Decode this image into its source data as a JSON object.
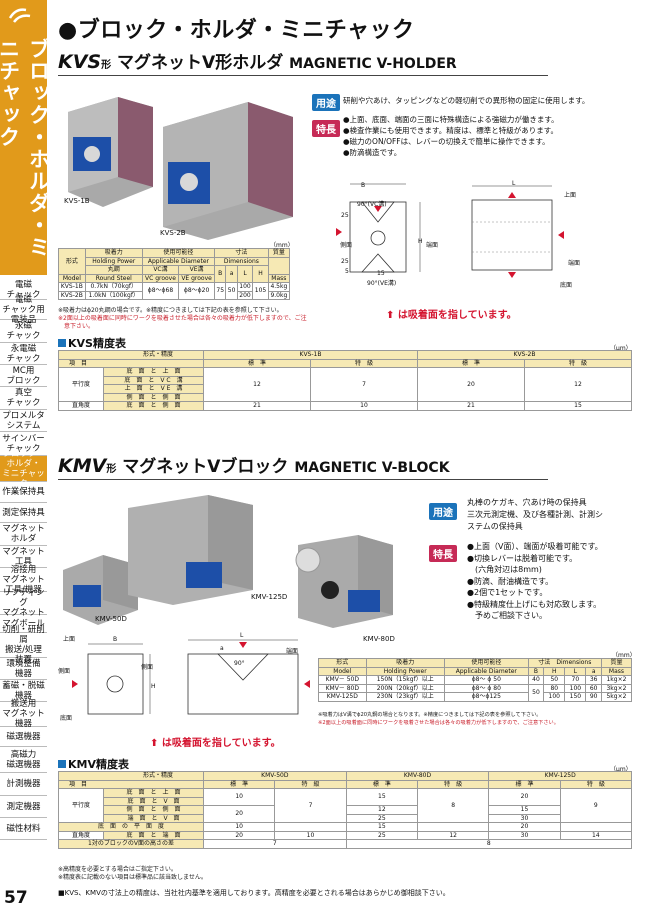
{
  "sidebar": {
    "vertical_title": "ブロック・ホルダ・ミニチャック",
    "items": [
      {
        "label": "電磁\nチャック",
        "active": false
      },
      {
        "label": "電磁\nチャック用\n電装品",
        "active": false
      },
      {
        "label": "永磁\nチャック",
        "active": false
      },
      {
        "label": "永電磁\nチャック",
        "active": false
      },
      {
        "label": "MC用\nブロック",
        "active": false
      },
      {
        "label": "真空\nチャック",
        "active": false
      },
      {
        "label": "プロメルタ\nシステム",
        "active": false
      },
      {
        "label": "サインバー\nチャック",
        "active": false
      },
      {
        "label": "ブロック・\nホルダ・\nミニチャック",
        "active": true
      },
      {
        "label": "作業保持具",
        "active": false
      },
      {
        "label": "測定保持具",
        "active": false
      },
      {
        "label": "マグネット\nホルダ",
        "active": false
      },
      {
        "label": "マグネット\n工具",
        "active": false
      },
      {
        "label": "溶接用\nマグネット\n工具/機器",
        "active": false
      },
      {
        "label": "リフティング\nマグネット",
        "active": false
      },
      {
        "label": "マグボール",
        "active": false
      },
      {
        "label": "切削・研削屑\n搬送/処理\n装置",
        "active": false
      },
      {
        "label": "環境整備\n機器",
        "active": false
      },
      {
        "label": "蓄磁・脱磁\n機器",
        "active": false
      },
      {
        "label": "搬送用\nマグネット\n機器",
        "active": false
      },
      {
        "label": "磁選機器",
        "active": false
      },
      {
        "label": "高磁力\n磁選機器",
        "active": false
      },
      {
        "label": "計測機器",
        "active": false
      },
      {
        "label": "測定機器",
        "active": false
      },
      {
        "label": "磁性材料",
        "active": false
      }
    ],
    "page_number": "57"
  },
  "page_title": "●ブロック・ホルダ・ミニチャック",
  "kvs": {
    "model": "KVS",
    "kata": "形",
    "name": "マグネットV形ホルダ",
    "name_en": "MAGNETIC V-HOLDER",
    "photo_label_1": "KVS-1B",
    "photo_label_2": "KVS-2B",
    "use_tag": "用途",
    "use_text": "研削や穴あけ、タッピングなどの軽切削での異形物の固定に使用します。",
    "feature_tag": "特長",
    "features": [
      "●上面、底面、端面の三面に特殊構造による強磁力が働きます。",
      "●検査作業にも使用できます。精度は、標準と特級があります。",
      "●磁力のON/OFFは、レバーの切換えで簡単に操作できます。",
      "●防滴構造です。"
    ],
    "diagram_labels": {
      "front": "上面",
      "side": "側面",
      "end": "端面",
      "bottom": "底面",
      "vgroove": "90°(VC溝)",
      "vgroove2": "90°(VE溝)",
      "B": "B",
      "H": "H",
      "L": "L",
      "d25": "25",
      "d15": "15",
      "d5": "5",
      "d25b": "25"
    },
    "note_arrow": "は吸着面を指しています。",
    "unit": "（mm）",
    "spec_headers": {
      "model": "形式",
      "model_en": "Model",
      "power": "吸着力",
      "power_en": "Holding Power",
      "power_sub": "丸鋼",
      "power_sub_en": "Round Steel",
      "dia": "使用可能径",
      "dia_en": "Applicable Diameter",
      "vc": "VC溝",
      "vc_en": "VC groove",
      "ve": "VE溝",
      "ve_en": "VE groove",
      "dims": "寸法",
      "dims_en": "Dimensions",
      "B": "B",
      "a": "a",
      "L": "L",
      "H": "H",
      "mass": "質量",
      "mass_en": "Mass"
    },
    "spec_rows": [
      {
        "model": "KVS-1B",
        "power": "0.7kN（70kgf）",
        "vc": "ϕ8～ϕ68",
        "ve": "ϕ8～ϕ20",
        "B": "75",
        "a": "50",
        "L": "100",
        "H": "105",
        "mass": "4.5kg"
      },
      {
        "model": "KVS-2B",
        "power": "1.0kN（100kgf）",
        "vc": "",
        "ve": "",
        "B": "",
        "a": "",
        "L": "200",
        "H": "",
        "mass": "9.0kg"
      }
    ],
    "spec_notes": [
      "※吸着力はϕ20丸鋼の場合です。※精度につきましては下記の表を参照して下さい。",
      "※2面以上の吸着面に同時にワークを吸着させた場合は各々の吸着力が低下しますので、ご注",
      "　意下さい。"
    ],
    "accuracy_title": "KVS精度表",
    "accuracy_unit": "（μm）",
    "acc_headers": {
      "form": "形式・精度",
      "item": "項　目",
      "m1": "KVS-1B",
      "m2": "KVS-2B",
      "std": "標　準",
      "sp": "特　級"
    },
    "acc_rows": [
      {
        "group": "平行度",
        "item": "底　面　と　上　面"
      },
      {
        "group": "",
        "item": "底　面　と　V C　溝"
      },
      {
        "group": "",
        "item": "上　面　と　V E　溝"
      },
      {
        "group": "",
        "item": "側　面　と　側　面"
      },
      {
        "group": "直角度",
        "item": "底　面　と　側　面"
      }
    ],
    "acc_values": {
      "par_std1": "12",
      "par_sp1": "7",
      "par_std2": "20",
      "par_sp2": "12",
      "sq_std1": "21",
      "sq_sp1": "10",
      "sq_std2": "21",
      "sq_sp2": "15"
    }
  },
  "kmv": {
    "model": "KMV",
    "kata": "形",
    "name": "マグネットVブロック",
    "name_en": "MAGNETIC V-BLOCK",
    "photo_label_1": "KMV-50D",
    "photo_label_2": "KMV-125D",
    "photo_label_3": "KMV-80D",
    "use_tag": "用途",
    "use_text": [
      "丸棒のケガキ、穴あけ時の保持具",
      "三次元測定機、及び各種計測、計測シ",
      "ステムの保持具"
    ],
    "feature_tag": "特長",
    "features": [
      "●上面（V面）、端面が吸着可能です。",
      "●切換レバーは脱着可能です。",
      "　(六角対辺は8mm)",
      "●防滴、耐油構造です。",
      "●2個で1セットです。",
      "●特級精度仕上げにも対応致します。",
      "　予めご相談下さい。"
    ],
    "diagram_labels": {
      "top": "上面",
      "side": "側面",
      "side2": "側面",
      "end": "端面",
      "bottom": "底面",
      "B": "B",
      "L": "L",
      "H": "H",
      "a": "a",
      "angle": "90°"
    },
    "note_arrow": "は吸着面を指しています。",
    "unit": "（mm）",
    "spec_headers": {
      "model": "形式",
      "model_en": "Model",
      "power": "吸着力",
      "power_en": "Holding Power",
      "dia": "使用可能径",
      "dia_en": "Applicable Diameter",
      "dims": "寸法",
      "dims_en": "Dimensions",
      "B": "B",
      "H": "H",
      "L": "L",
      "a": "a",
      "mass": "質量",
      "mass_en": "Mass"
    },
    "spec_rows": [
      {
        "model": "KMV－ 50D",
        "power": "150N（15kgf）以上",
        "dia": "ϕ8～ ϕ 50",
        "B": "40",
        "H": "50",
        "L": "70",
        "a": "36",
        "mass": "1kg×2"
      },
      {
        "model": "KMV－ 80D",
        "power": "200N（20kgf）以上",
        "dia": "ϕ8～ ϕ 80",
        "B": "",
        "H": "80",
        "L": "100",
        "a": "60",
        "mass": "3kg×2"
      },
      {
        "model": "KMV-125D",
        "power": "230N（23kgf）以上",
        "dia": "ϕ8～ϕ125",
        "B": "100",
        "H": "150",
        "L": "90",
        "a": "",
        "mass": "5kg×2"
      }
    ],
    "B_shared": "50",
    "spec_notes": [
      "※吸着力はV溝でϕ20丸鋼の場合となります。※精度につきましては下記の表を参照して下さい。",
      "※2面以上の吸着面に同時にワークを吸着させた場合は各々の吸着力が低下しますので、ご注意下さい。"
    ],
    "accuracy_title": "KMV精度表",
    "accuracy_unit": "（μm）",
    "acc_headers": {
      "form": "形式・精度",
      "item": "項　目",
      "m1": "KMV-50D",
      "m2": "KMV-80D",
      "m3": "KMV-125D",
      "std": "標　準",
      "sp": "特　級"
    },
    "acc_rows": [
      {
        "group": "",
        "item": "底　面　と　上　面",
        "s1": "10",
        "s2": "15",
        "s3": "20"
      },
      {
        "group": "平行度",
        "item": "底　面　と　V　面",
        "s1": "",
        "s2": "",
        "s3": ""
      },
      {
        "group": "",
        "item": "側　面　と　側　面",
        "s1": "",
        "s2": "12",
        "s3": "15"
      },
      {
        "group": "",
        "item": "端　面　と　V　面",
        "s1": "20",
        "s2": "25",
        "s3": "30"
      },
      {
        "group": "底　面　の　平　面　度",
        "item": "",
        "s1": "10",
        "s2": "15",
        "s3": "20"
      },
      {
        "group": "直角度",
        "item": "底　面　と　端　面",
        "s1": "20",
        "s2": "25",
        "s3": "30"
      },
      {
        "group": "1対のブロックのV面の高さの差",
        "item": "",
        "s1": "",
        "s2": "",
        "s3": ""
      }
    ],
    "acc_special": {
      "par_sp1": "7",
      "par_sp2": "8",
      "par_sp3": "9",
      "sq_sp1": "10",
      "sq_sp2": "12",
      "sq_sp3": "14",
      "diff1": "7",
      "diff2": "8"
    },
    "acc_notes": [
      "※高精度を必要とする場合はご指定下さい。",
      "※精度表に記載のない項目は標準品に該当致しません。"
    ]
  },
  "footer": "■KVS、KMVの寸法上の精度は、当社社内基準を適用しております。高精度を必要とされる場合はあらかじめ御相談下さい。",
  "colors": {
    "accent": "#e19a1b",
    "blue": "#1b73ba",
    "red": "#c62a56",
    "header_fill": "#f6e9b4"
  }
}
